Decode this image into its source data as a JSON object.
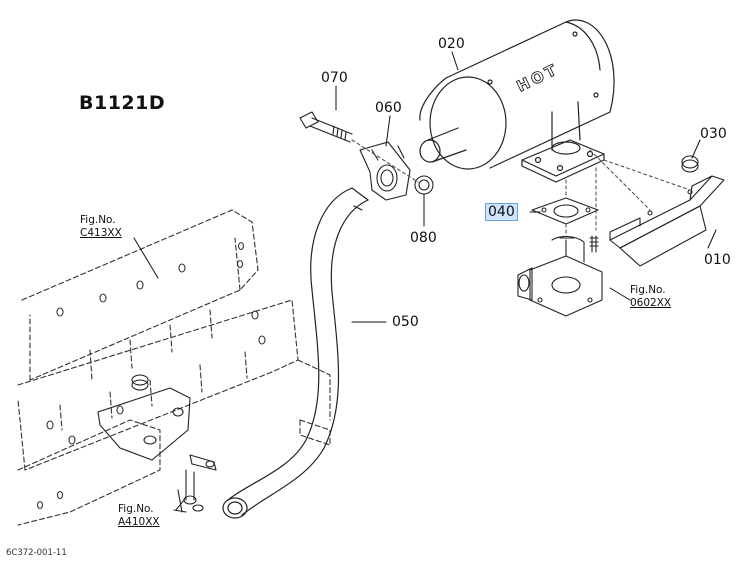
{
  "model": "B1121D",
  "drawing_code": "6C372-001-11",
  "parts": {
    "p010": "010",
    "p020": "020",
    "p030": "030",
    "p040": "040",
    "p050": "050",
    "p060": "060",
    "p070": "070",
    "p080": "080"
  },
  "figure_refs": {
    "c413": {
      "label": "Fig.No.",
      "number": "C413XX"
    },
    "f0602": {
      "label": "Fig.No.",
      "number": "0602XX"
    },
    "a410": {
      "label": "Fig.No.",
      "number": "A410XX"
    }
  },
  "muffler_text": "HOT",
  "highlight_color": "#cfe3fb"
}
